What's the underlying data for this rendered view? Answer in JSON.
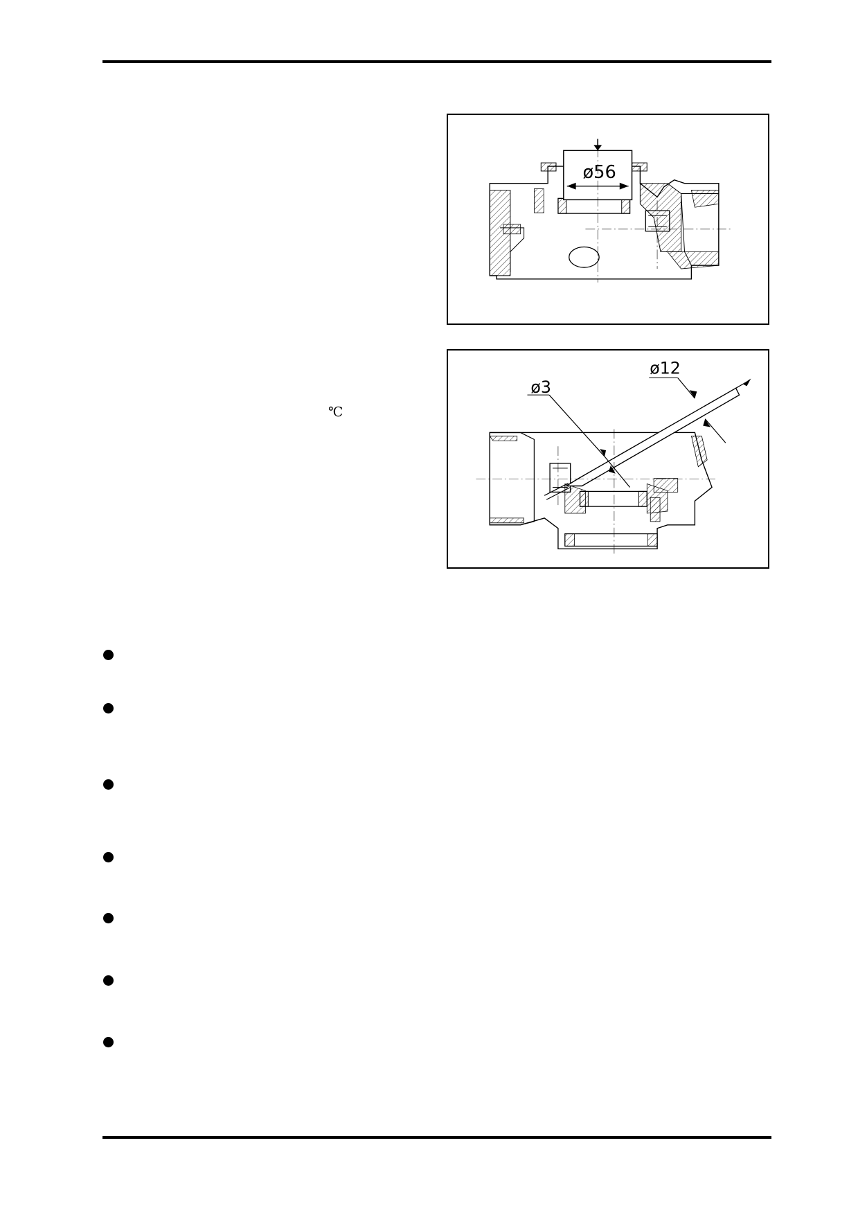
{
  "page": {
    "celsius_symbol": "℃"
  },
  "figure_1": {
    "dimension_label": "ø56"
  },
  "figure_2": {
    "dimension_label_small": "ø3",
    "dimension_label_large": "ø12"
  },
  "bullet_list": {
    "item_count": 7
  }
}
